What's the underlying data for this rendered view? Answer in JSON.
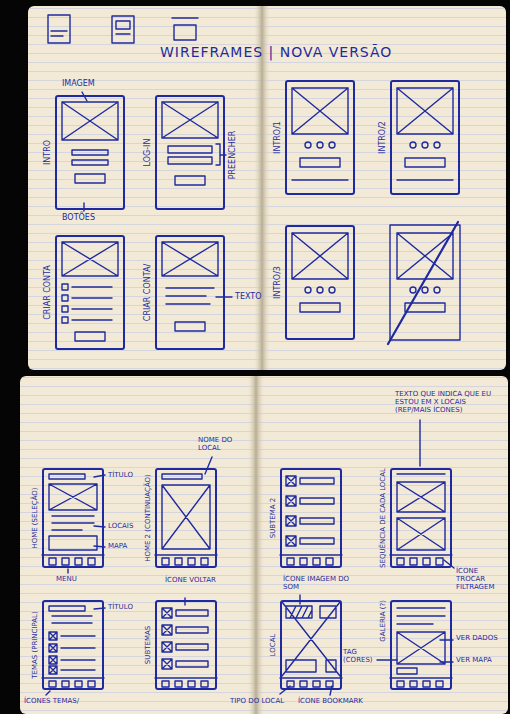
{
  "diagram": {
    "title": "WIREFRAMES | NOVA VERSÃO",
    "nodes": [
      {
        "text": [
          "INTRO"
        ]
      },
      {
        "text": [
          "LOG-IN"
        ]
      },
      {
        "text": [
          "INTRO/1"
        ]
      },
      {
        "text": [
          "INTRO/2"
        ]
      },
      {
        "text": [
          "CRIAR CONTA"
        ]
      },
      {
        "text": [
          "CRIAR CONTA/"
        ]
      },
      {
        "text": [
          "INTRO/3"
        ]
      },
      {
        "text": [
          "HOME (SELEÇÃO)"
        ]
      },
      {
        "text": [
          "HOME 2 (CONTINUAÇÃO)"
        ]
      },
      {
        "text": [
          "SUBTEMA 2"
        ]
      },
      {
        "text": [
          "SEQUÊNCIA DE CADA LOCAL"
        ]
      },
      {
        "text": [
          "TEMAS (PRINCIPAL)"
        ]
      },
      {
        "text": [
          "SUBTEMAS"
        ]
      },
      {
        "text": [
          "LOCAL"
        ]
      },
      {
        "text": [
          "GALERIA (?)"
        ]
      }
    ],
    "labels": [
      "IMAGEM",
      "BOTÕES",
      "PREENCHER",
      "TEXTO",
      "TÍTULO",
      "LOCAIS",
      "MAPA",
      "MENU",
      "NOME DO LOCAL",
      "TEXTO QUE INDICA QUE EU ESTOU EM X LOCAIS (REP/MAIS ÍCONES)",
      "ÍCONE TROCAR FILTRAGEM",
      "TÍTULO",
      "ÍCONE VOLTAR",
      "ÍCONE IMAGEM DO SOM",
      "ÍCONES TEMAS/",
      "TIPO DO LOCAL",
      "ÍCONE BOOKMARK",
      "TAG (CORES)",
      "VER DADOS",
      "VER MAPA"
    ]
  }
}
